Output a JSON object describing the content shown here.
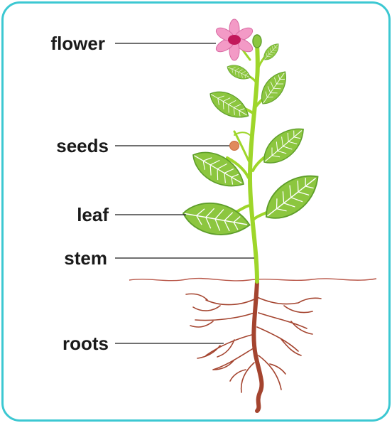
{
  "labels": {
    "flower": "flower",
    "seeds": "seeds",
    "leaf": "leaf",
    "stem": "stem",
    "roots": "roots"
  },
  "colors": {
    "border": "#3cc8d2",
    "stem": "#9ed62a",
    "root": "#a4442f",
    "leaf": "#8cc63f",
    "leaf_dark": "#5e9e2a",
    "flower_petal": "#f39ac6",
    "flower_center": "#c2185b",
    "seed": "#e08a5c",
    "soil_line": "#b9584a"
  },
  "icons": [
    "flower-icon",
    "leaf-icon",
    "seed-icon",
    "root-icon",
    "bud-icon"
  ]
}
